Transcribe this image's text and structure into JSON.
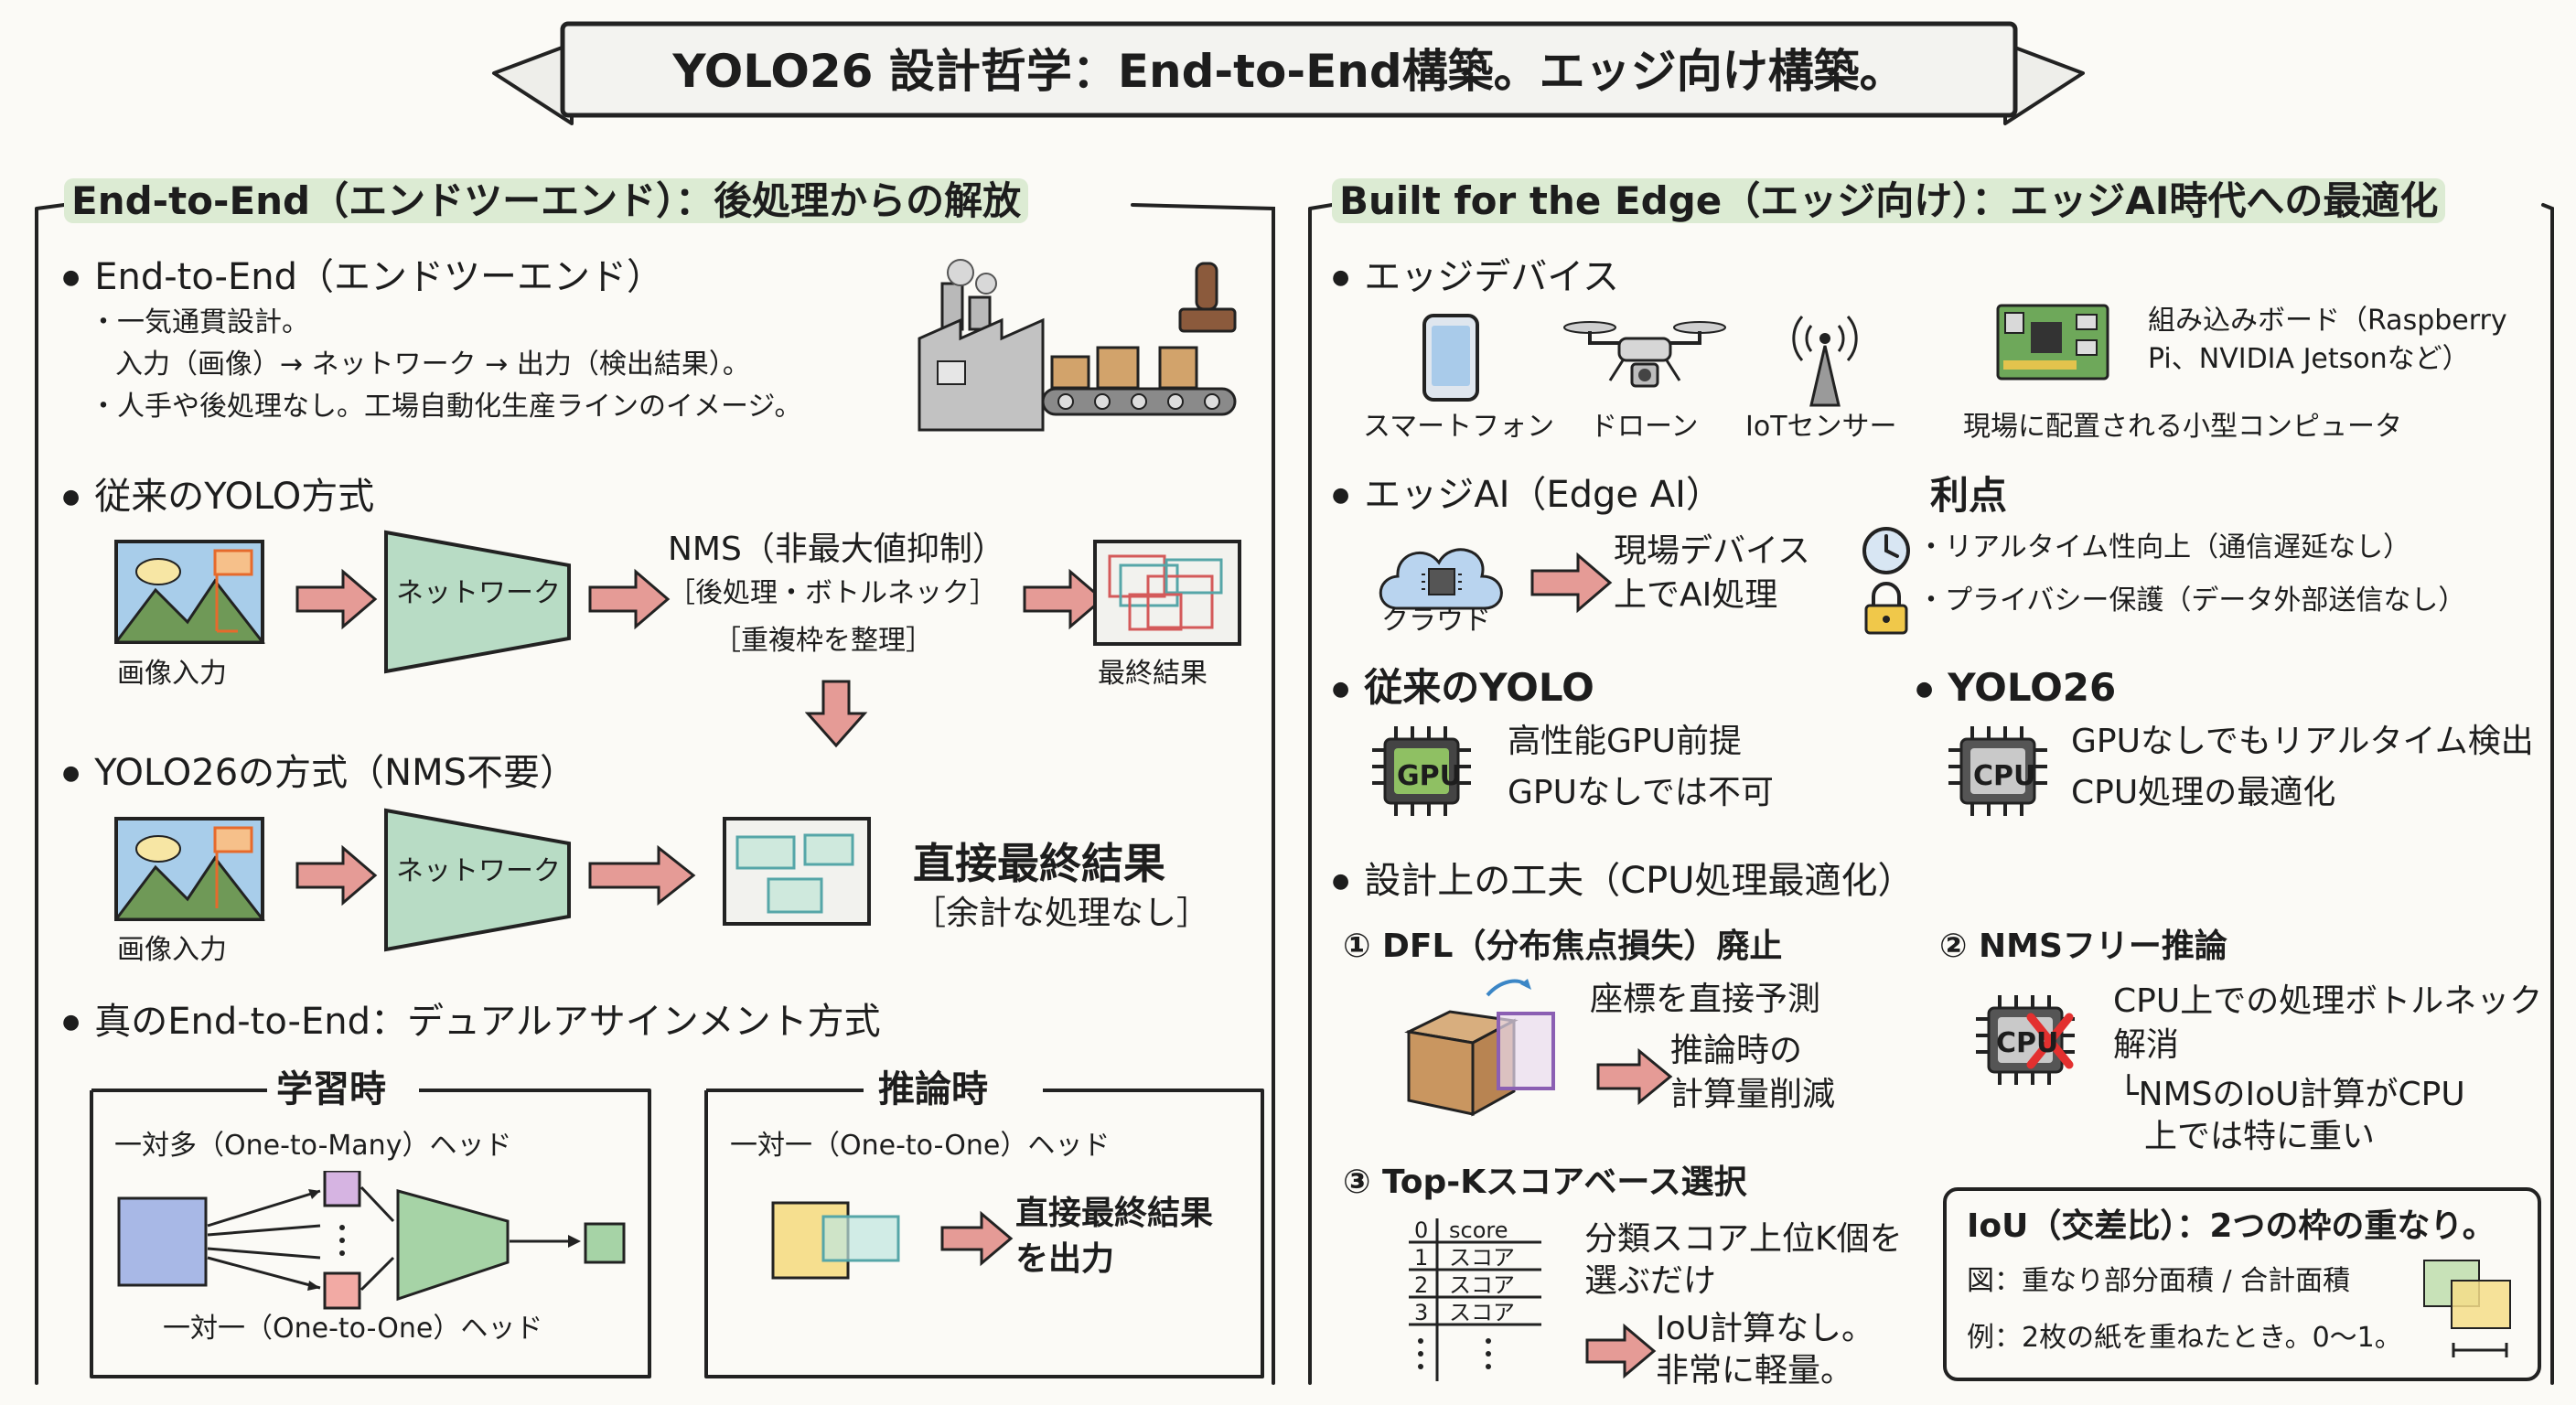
{
  "title": "YOLO26 設計哲学：End-to-End構築。エッジ向け構築。",
  "left": {
    "header": "End-to-End（エンドツーエンド）：後処理からの解放",
    "s1": {
      "heading": "End-to-End（エンドツーエンド）",
      "line1": "・一気通貫設計。",
      "line2": "入力（画像）→ ネットワーク → 出力（検出結果）。",
      "line3": "・人手や後処理なし。工場自動化生産ラインのイメージ。"
    },
    "s2": {
      "heading": "従来のYOLO方式",
      "input_label": "画像入力",
      "network_label": "ネットワーク",
      "nms_line1": "NMS（非最大値抑制）",
      "nms_line2": "［後処理・ボトルネック］",
      "nms_line3": "［重複枠を整理］",
      "final_label": "最終結果"
    },
    "s3": {
      "heading": "YOLO26の方式（NMS不要）",
      "input_label": "画像入力",
      "network_label": "ネットワーク",
      "result_title": "直接最終結果",
      "result_sub": "［余計な処理なし］"
    },
    "s4": {
      "heading": "真のEnd-to-End：デュアルアサインメント方式",
      "train_title": "学習時",
      "train_head1": "一対多（One-to-Many）ヘッド",
      "train_head2": "一対一（One-to-One）ヘッド",
      "infer_title": "推論時",
      "infer_head": "一対一（One-to-One）ヘッド",
      "infer_result1": "直接最終結果",
      "infer_result2": "を出力"
    }
  },
  "right": {
    "header": "Built for the Edge（エッジ向け）：エッジAI時代への最適化",
    "devices": {
      "heading": "エッジデバイス",
      "phone": "スマートフォン",
      "drone": "ドローン",
      "iot": "IoTセンサー",
      "board_line1": "組み込みボード（Raspberry",
      "board_line2": "Pi、NVIDIA Jetsonなど）",
      "board_caption": "現場に配置される小型コンピュータ"
    },
    "edge_ai": {
      "heading": "エッジAI（Edge AI）",
      "cloud": "クラウド",
      "process_line1": "現場デバイス",
      "process_line2": "上でAI処理",
      "benefits_title": "利点",
      "benefit1": "・リアルタイム性向上（通信遅延なし）",
      "benefit2": "・プライバシー保護（データ外部送信なし）"
    },
    "legacy": {
      "heading": "従来のYOLO",
      "chip": "GPU",
      "line1": "高性能GPU前提",
      "line2": "GPUなしでは不可"
    },
    "yolo26": {
      "heading": "YOLO26",
      "chip": "CPU",
      "line1": "GPUなしでもリアルタイム検出",
      "line2": "CPU処理の最適化"
    },
    "design": {
      "heading": "設計上の工夫（CPU処理最適化）",
      "dfl_title": "① DFL（分布焦点損失）廃止",
      "dfl_line1": "座標を直接予測",
      "dfl_line2": "推論時の",
      "dfl_line3": "計算量削減",
      "nms_title": "② NMSフリー推論",
      "nms_chip": "CPU",
      "nms_line1": "CPU上での処理ボトルネック",
      "nms_line2": "解消",
      "nms_line3": "└NMSのIoU計算がCPU",
      "nms_line4": "上では特に重い",
      "topk_title": "③ Top-Kスコアベース選択",
      "topk_head_idx": "0",
      "topk_head_score": "score",
      "topk_rows": [
        {
          "idx": "1",
          "score": "スコア"
        },
        {
          "idx": "2",
          "score": "スコア"
        },
        {
          "idx": "3",
          "score": "スコア"
        }
      ],
      "topk_line1": "分類スコア上位K個を",
      "topk_line2": "選ぶだけ",
      "topk_line3": "IoU計算なし。",
      "topk_line4": "非常に軽量。"
    },
    "iou": {
      "line1": "IoU（交差比）：2つの枠の重なり。",
      "line2": "図：重なり部分面積 / 合計面積",
      "line3": "例：2枚の紙を重ねたとき。0〜1。"
    }
  }
}
